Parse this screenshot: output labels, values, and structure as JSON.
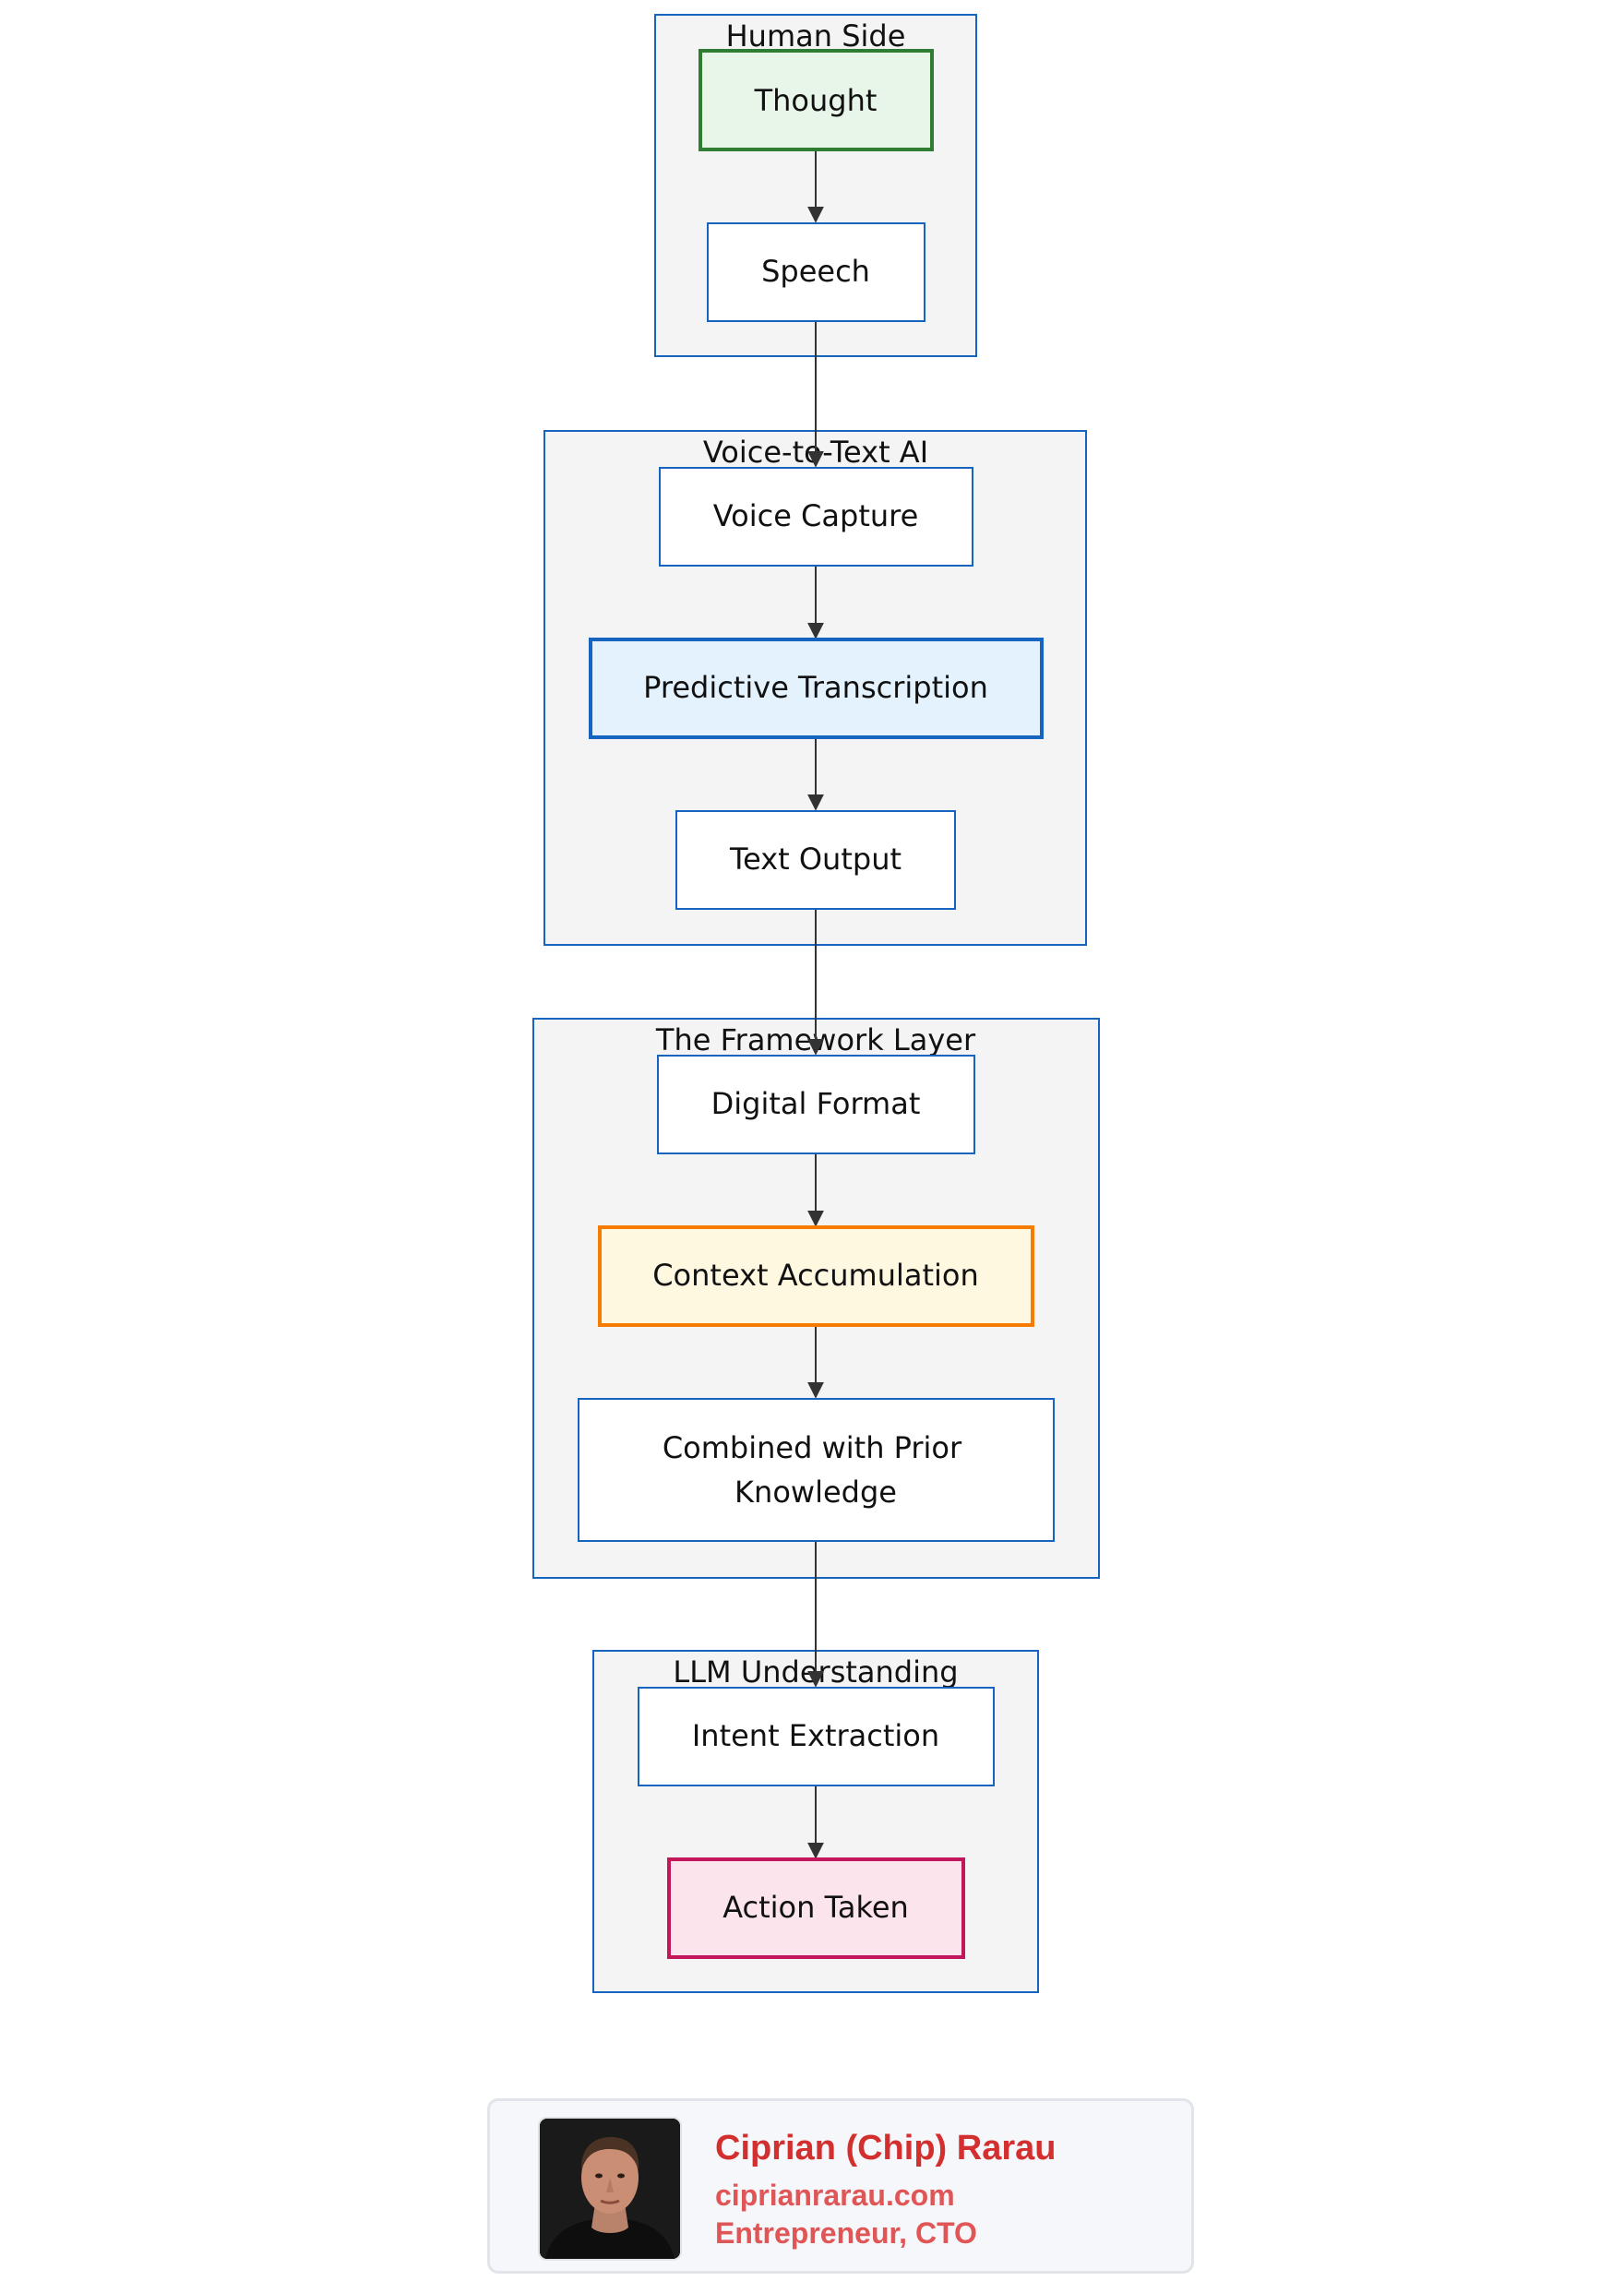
{
  "groups": {
    "human_side": "Human Side",
    "voice_to_text": "Voice-to-Text AI",
    "framework": "The Framework Layer",
    "llm": "LLM Understanding"
  },
  "nodes": {
    "thought": "Thought",
    "speech": "Speech",
    "voice_capture": "Voice Capture",
    "predictive_transcription": "Predictive Transcription",
    "text_output": "Text Output",
    "digital_format": "Digital Format",
    "context_accumulation": "Context Accumulation",
    "combined_line1": "Combined with Prior",
    "combined_line2": "Knowledge",
    "intent_extraction": "Intent Extraction",
    "action_taken": "Action Taken"
  },
  "colors": {
    "group_border": "#1565c0",
    "thought_accent": "#2e7d32",
    "predictive_accent": "#1565c0",
    "context_accent": "#f57c00",
    "action_accent": "#c2185b",
    "author_name": "#d32f2f"
  },
  "author": {
    "name": "Ciprian (Chip) Rarau",
    "website": "ciprianrarau.com",
    "role": "Entrepreneur, CTO",
    "photo_icon": "person-photo-icon"
  }
}
